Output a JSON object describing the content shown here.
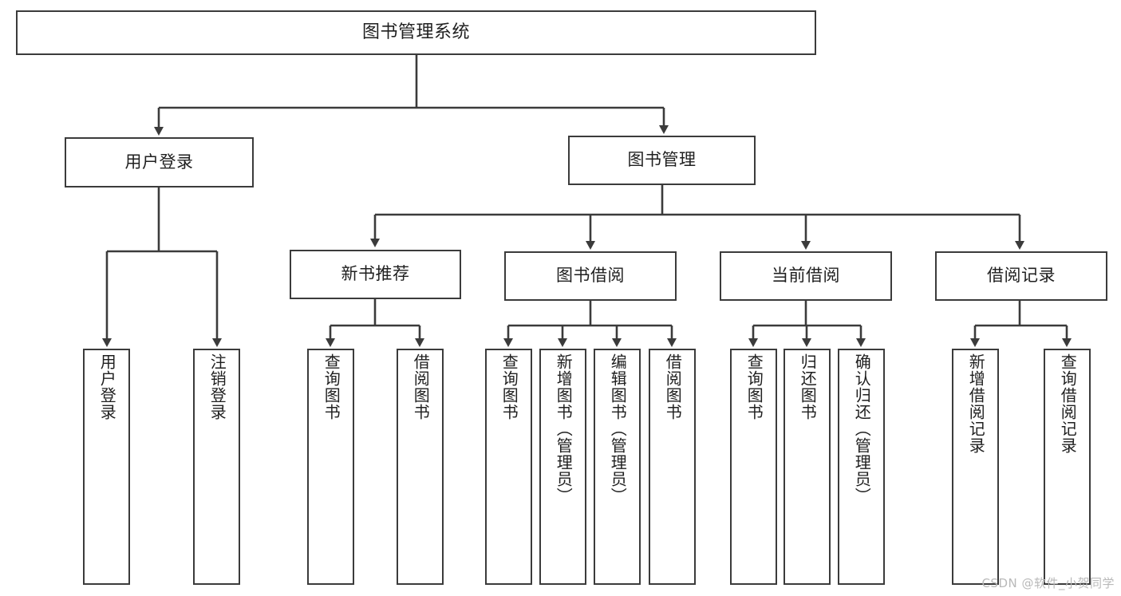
{
  "diagram": {
    "title": "图书管理系统",
    "type": "tree-hierarchy-diagram",
    "colors": {
      "box_border": "#3b3b3b",
      "box_fill": "#ffffff",
      "edge": "#3b3b3b",
      "text": "#1f1f1f",
      "watermark": "#b9b9b9",
      "background": "#ffffff"
    },
    "root": {
      "label": "图书管理系统"
    },
    "level2": [
      {
        "id": "user-login",
        "label": "用户登录"
      },
      {
        "id": "book-management",
        "label": "图书管理"
      }
    ],
    "level3": [
      {
        "id": "new-book-recommend",
        "label": "新书推荐"
      },
      {
        "id": "book-borrow",
        "label": "图书借阅"
      },
      {
        "id": "current-borrow",
        "label": "当前借阅"
      },
      {
        "id": "borrow-record",
        "label": "借阅记录"
      }
    ],
    "leaves": {
      "user_login": [
        {
          "id": "leaf-user-login",
          "label": "用户登录"
        },
        {
          "id": "leaf-logout",
          "label": "注销登录"
        }
      ],
      "new_book_recommend": [
        {
          "id": "leaf-query-book-1",
          "label": "查询图书"
        },
        {
          "id": "leaf-borrow-book-1",
          "label": "借阅图书"
        }
      ],
      "book_borrow": [
        {
          "id": "leaf-query-book-2",
          "label": "查询图书"
        },
        {
          "id": "leaf-add-book",
          "label": "新增图书（管理员）"
        },
        {
          "id": "leaf-edit-book",
          "label": "编辑图书（管理员）"
        },
        {
          "id": "leaf-borrow-book-2",
          "label": "借阅图书"
        }
      ],
      "current_borrow": [
        {
          "id": "leaf-query-book-3",
          "label": "查询图书"
        },
        {
          "id": "leaf-return-book",
          "label": "归还图书"
        },
        {
          "id": "leaf-confirm-return",
          "label": "确认归还（管理员）"
        }
      ],
      "borrow_record": [
        {
          "id": "leaf-add-record",
          "label": "新增借阅记录"
        },
        {
          "id": "leaf-query-record",
          "label": "查询借阅记录"
        }
      ]
    }
  },
  "watermark": {
    "text": "CSDN @软件_小贺同学"
  }
}
